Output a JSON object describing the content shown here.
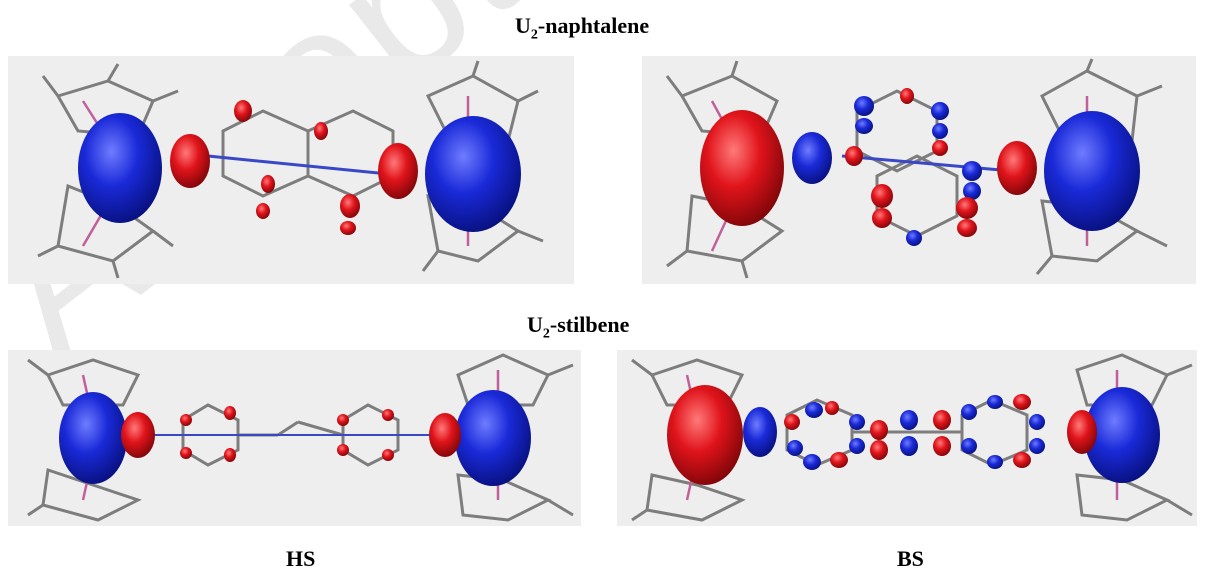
{
  "watermark": "Accepted",
  "sections": {
    "top": {
      "prefix": "U",
      "sub": "2",
      "suffix": "-naphtalene"
    },
    "bottom": {
      "prefix": "U",
      "sub": "2",
      "suffix": "-stilbene"
    }
  },
  "columns": {
    "left": "HS",
    "right": "BS"
  },
  "colors": {
    "spin_up": "#1a2ad8",
    "spin_down": "#e0141b",
    "panel_bg": "#eeeeee",
    "bond": "#8a8a8a",
    "u_bond": "#c0609a"
  }
}
